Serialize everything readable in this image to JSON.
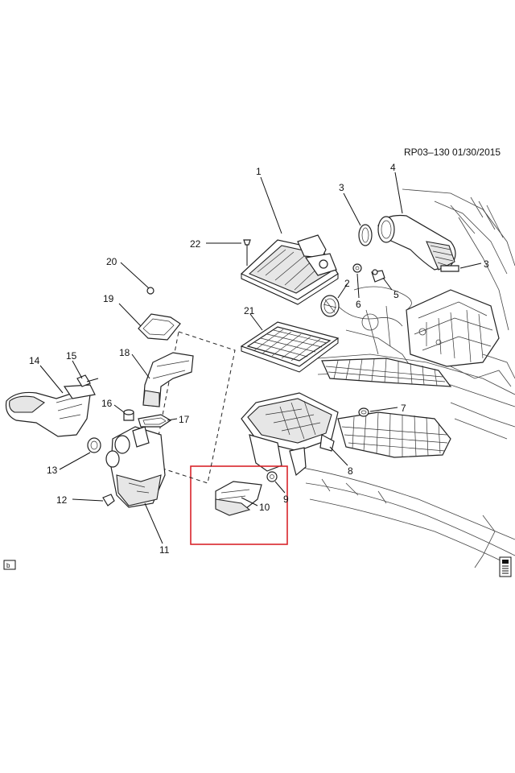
{
  "diagram": {
    "stamp": "RP03–130 01/30/2015",
    "corner_badge_left": "b",
    "callouts": [
      "1",
      "2",
      "3",
      "4",
      "3",
      "5",
      "6",
      "7",
      "8",
      "9",
      "10",
      "11",
      "12",
      "13",
      "14",
      "15",
      "16",
      "17",
      "18",
      "19",
      "20",
      "21",
      "22"
    ],
    "highlight_color": "#d9242b",
    "line_color": "#111111"
  }
}
